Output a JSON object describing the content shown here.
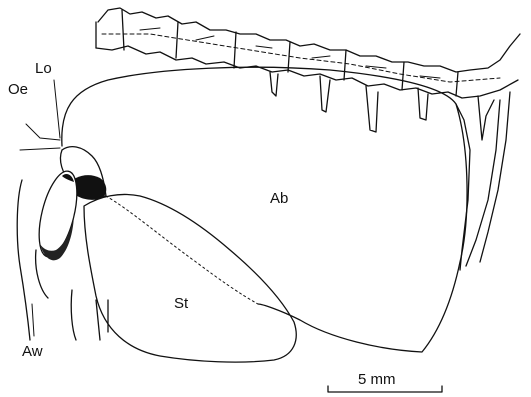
{
  "figure": {
    "labels": {
      "lo": "Lo",
      "oe": "Oe",
      "ab": "Ab",
      "st": "St",
      "aw": "Aw"
    },
    "scale_bar": {
      "label": "5 mm",
      "value_mm": 5
    },
    "colors": {
      "ink": "#111111",
      "background": "#ffffff"
    }
  }
}
